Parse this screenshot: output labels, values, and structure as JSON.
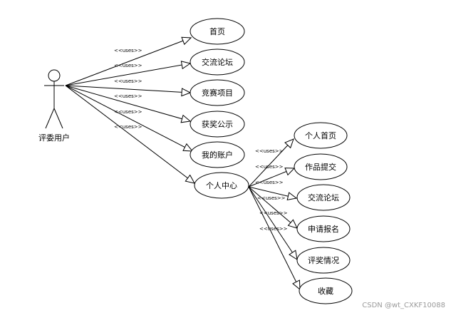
{
  "actor": {
    "label": "评委用户"
  },
  "stereotype": "<<uses>>",
  "primary_use_cases": [
    {
      "id": "home",
      "label": "首页"
    },
    {
      "id": "forum",
      "label": "交流论坛"
    },
    {
      "id": "projects",
      "label": "竞赛项目"
    },
    {
      "id": "awards",
      "label": "获奖公示"
    },
    {
      "id": "account",
      "label": "我的账户"
    },
    {
      "id": "personal-center",
      "label": "个人中心"
    }
  ],
  "sub_use_cases": [
    {
      "id": "personal-home",
      "label": "个人首页"
    },
    {
      "id": "work-submit",
      "label": "作品提交"
    },
    {
      "id": "sub-forum",
      "label": "交流论坛"
    },
    {
      "id": "apply-signup",
      "label": "申请报名"
    },
    {
      "id": "judging",
      "label": "评奖情况"
    },
    {
      "id": "favorites",
      "label": "收藏"
    }
  ],
  "watermark": "CSDN @wt_CXKF10088"
}
